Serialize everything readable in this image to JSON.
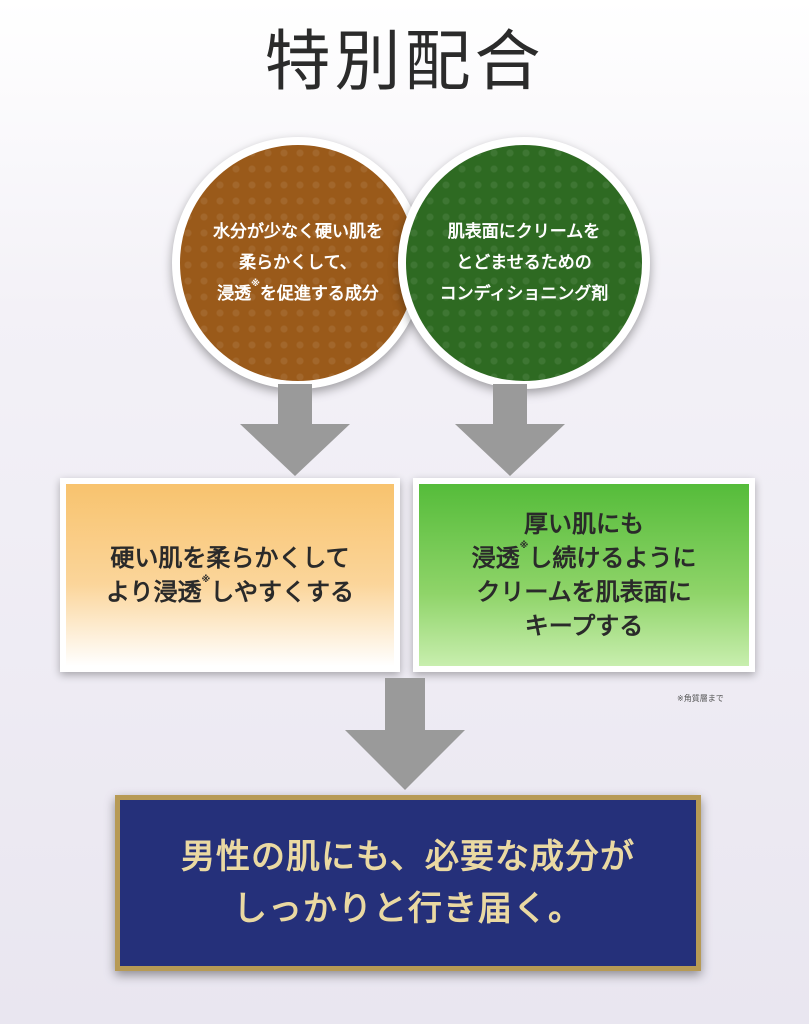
{
  "title": "特別配合",
  "circle_left": {
    "lines": [
      "水分が少なく硬い肌を",
      "柔らかくして、"
    ],
    "line3_a": "浸透",
    "line3_mark": "※",
    "line3_b": "を促進する成分"
  },
  "circle_right": {
    "lines": [
      "肌表面にクリームを",
      "とどませるための",
      "コンディショニング剤"
    ]
  },
  "box_left": {
    "line1": "硬い肌を柔らかくして",
    "line2_a": "より浸透",
    "line2_mark": "※",
    "line2_b": "しやすくする"
  },
  "box_right": {
    "line1": "厚い肌にも",
    "line2_a": "浸透",
    "line2_mark": "※",
    "line2_b": "し続けるように",
    "line3": "クリームを肌表面に",
    "line4": "キープする"
  },
  "footnote": "※角質層まで",
  "conclusion": {
    "lines": [
      "男性の肌にも、必要な成分が",
      "しっかりと行き届く。"
    ]
  },
  "colors": {
    "brown": "#9a5a1a",
    "green": "#2e6a22",
    "navy": "#25307a",
    "gold": "#b79a55",
    "arrow": "#9a9a9a"
  }
}
